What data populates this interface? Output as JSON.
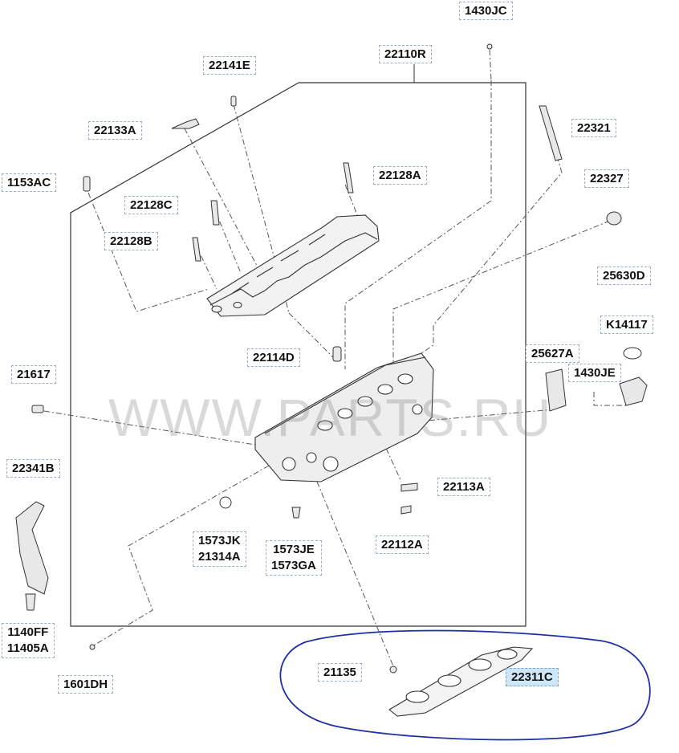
{
  "watermark": "WWW.PARTS.RU",
  "labels": {
    "1430JC": "1430JC",
    "22110R": "22110R",
    "22141E": "22141E",
    "22133A": "22133A",
    "22321": "22321",
    "1153AC": "1153AC",
    "22128A": "22128A",
    "22128C": "22128C",
    "22327": "22327",
    "22128B": "22128B",
    "25630D": "25630D",
    "K14117": "K14117",
    "22114D": "22114D",
    "25627A": "25627A",
    "1430JE": "1430JE",
    "21617": "21617",
    "22341B": "22341B",
    "22113A": "22113A",
    "1573JK": "1573JK",
    "21314A": "21314A",
    "1573JE": "1573JE",
    "1573GA": "1573GA",
    "22112A": "22112A",
    "1140FF": "1140FF",
    "11405A": "11405A",
    "21135": "21135",
    "22311C": "22311C",
    "1601DH": "1601DH"
  },
  "highlight_color": "#1f2fa8"
}
